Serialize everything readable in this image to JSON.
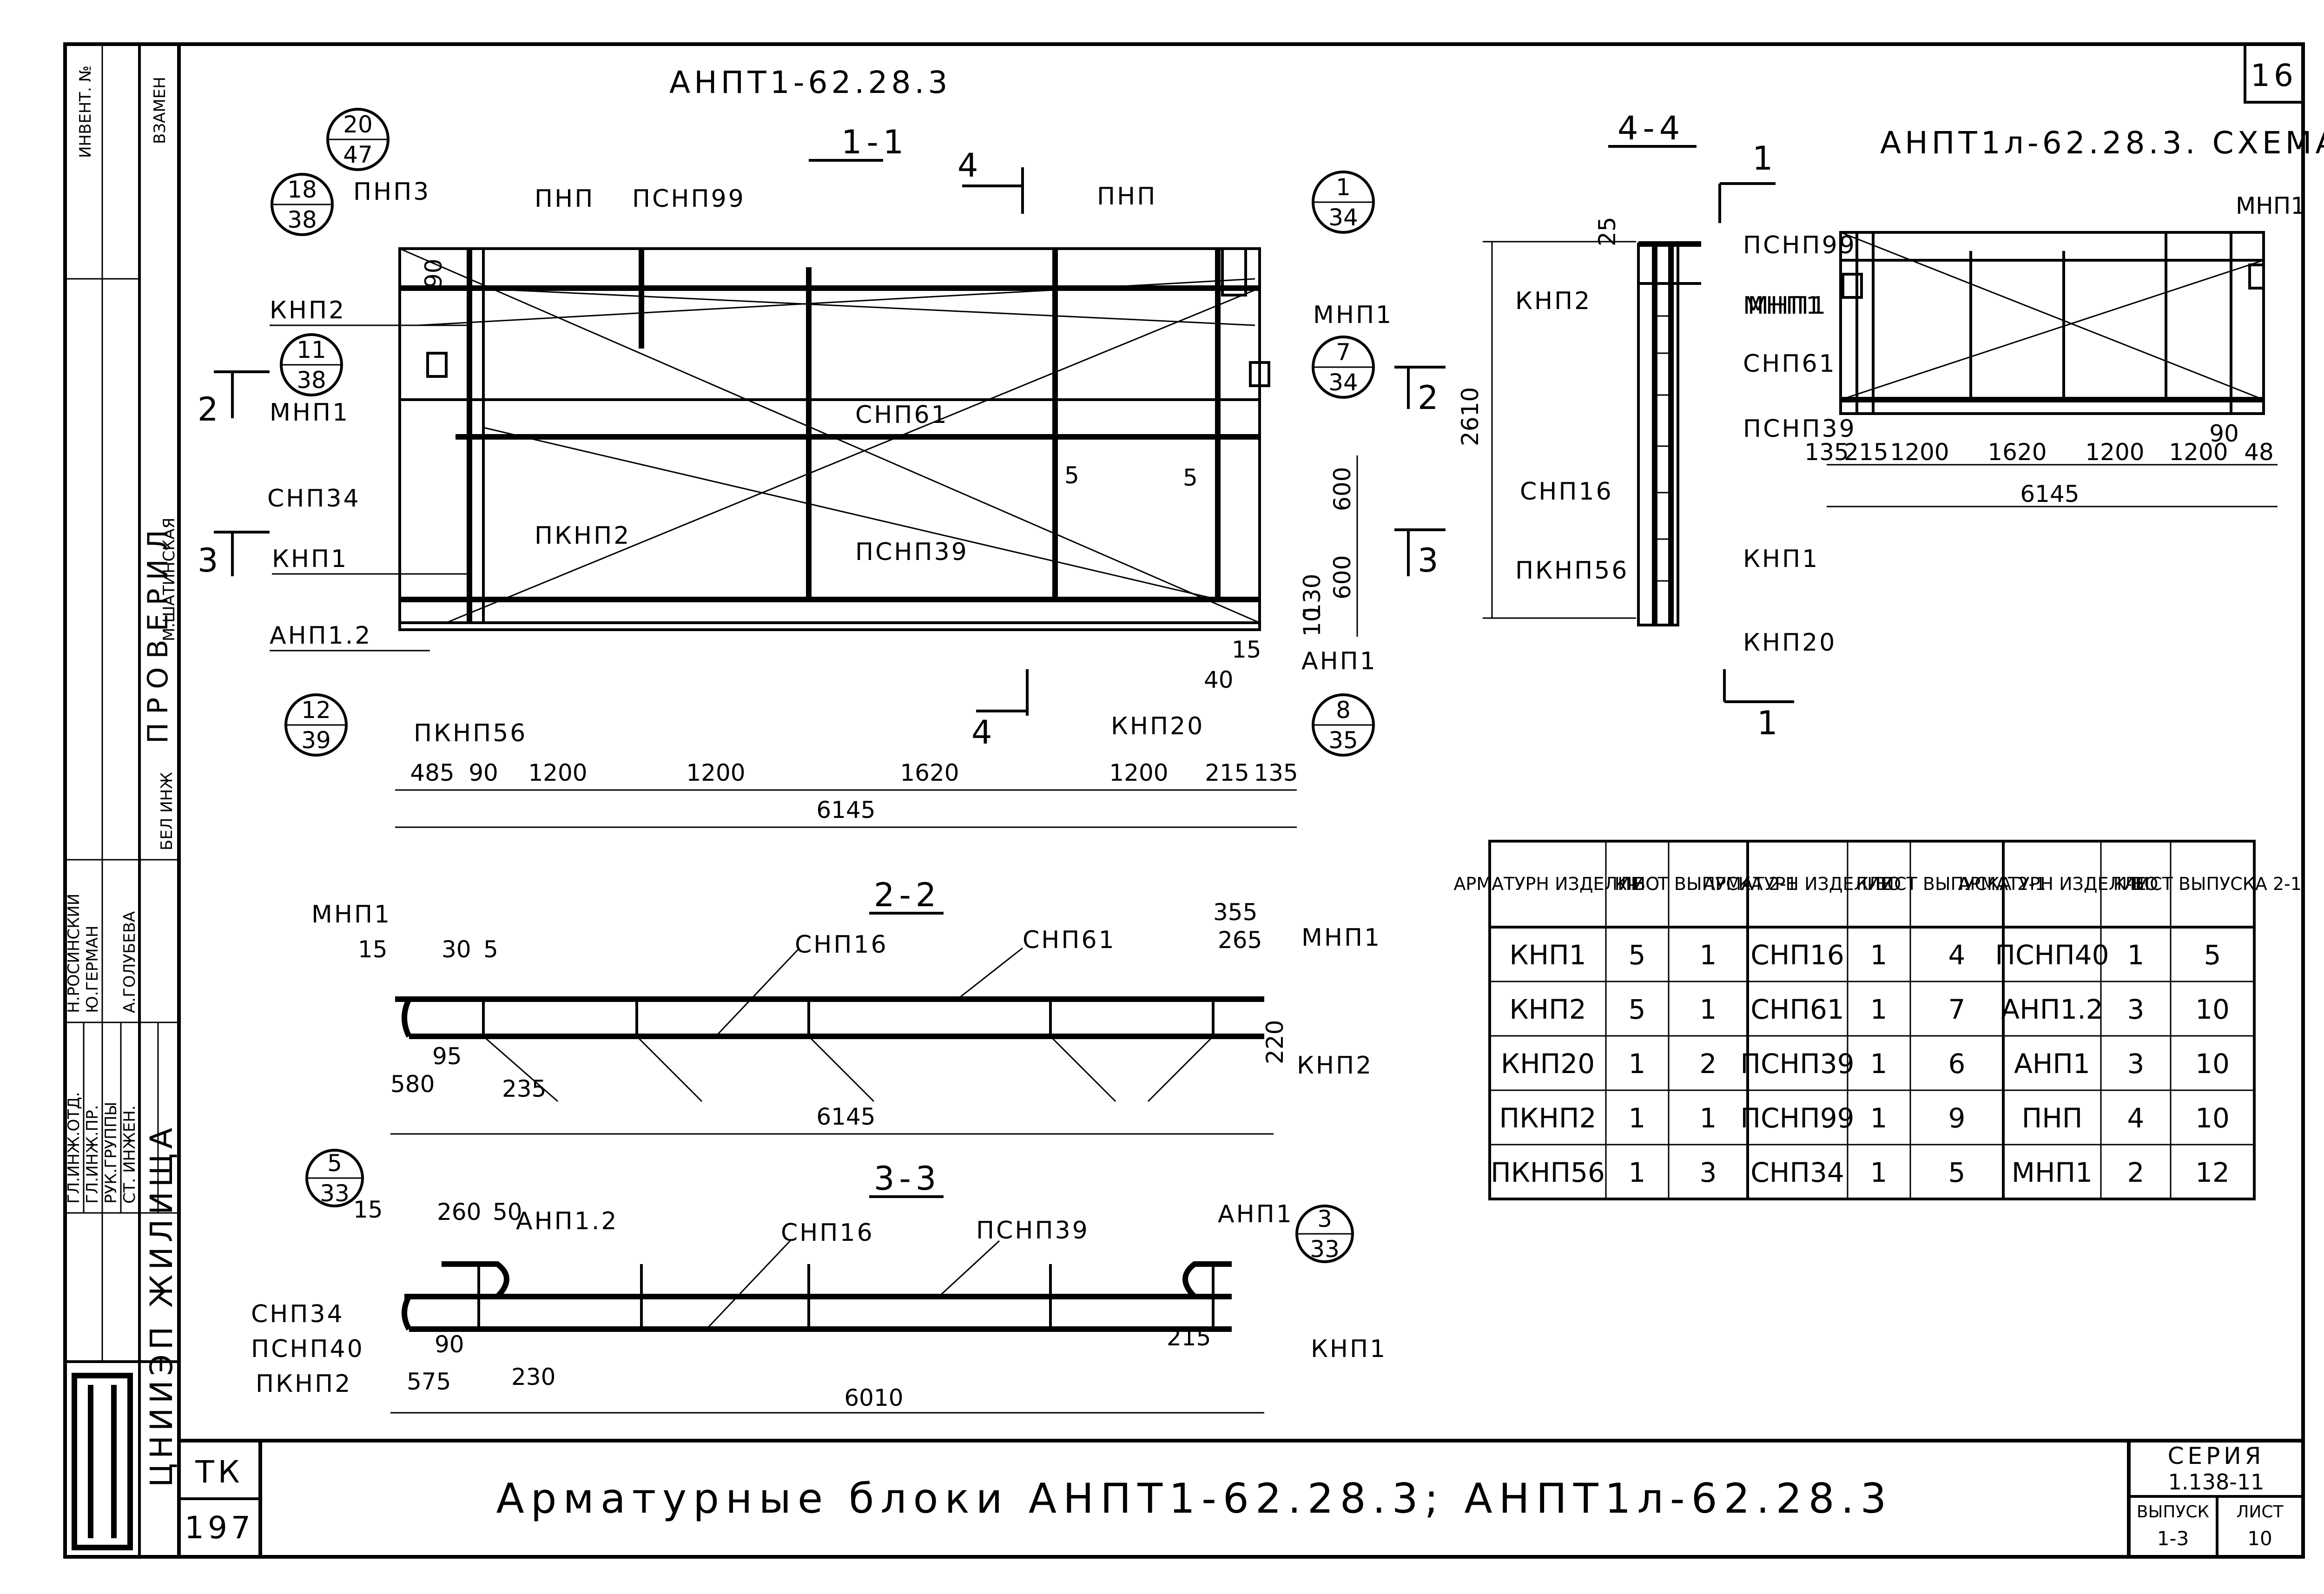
{
  "sheet_number": "16",
  "main_title": "Арматурные блоки АНПТ1-62.28.3; АНПТ1л-62.28.3",
  "series": {
    "label": "СЕРИЯ",
    "value": "1.138-11",
    "issue_label": "ВЫПУСК",
    "issue_value": "1-3",
    "sheet_label": "ЛИСТ",
    "sheet_value": "10"
  },
  "tk": {
    "label": "ТК",
    "number": "197"
  },
  "org_logo": "ЦНИИЭП ЖИЛИЩА",
  "side_block": {
    "inv_no": "ИНВЕНТ. №",
    "replace": "ВЗАМЕН",
    "checked": "ПРОВЕРИЛ",
    "roles": [
      "ГЛ.ИНЖ.ОТД.",
      "ГЛ.ИНЖ.ПР.",
      "РУК.ГРУППЫ",
      "СТ. ИНЖЕН."
    ],
    "names": [
      "Н.РОСИНСКИЙ",
      "Ю.ГЕРМАН",
      "А.ГОЛУБЕВА",
      "БЕЛ ИНЖ"
    ],
    "checker": "М.ШАТИНСКАЯ"
  },
  "drawing_left": {
    "title": "АНПТ1-62.28.3",
    "section_1_1": "1-1",
    "section_2_2": "2-2",
    "section_3_3": "3-3",
    "cut_marks": {
      "a": "4",
      "b": "2",
      "c": "3"
    },
    "labels": {
      "pnp3": "ПНП3",
      "pnp_a": "ПНП",
      "pschnp99": "ПСНП99",
      "pnp_b": "ПНП",
      "knp2": "КНП2",
      "mnp1_a": "МНП1",
      "mnp1_b": "МНП1",
      "snp61": "СНП61",
      "snp34": "СНП34",
      "pknp2": "ПКНП2",
      "knp1": "КНП1",
      "pschnp39": "ПСНП39",
      "anp12": "АНП1.2",
      "pknp56": "ПКНП56",
      "knp20": "КНП20",
      "anp1": "АНП1"
    },
    "bubbles": [
      {
        "top": "20",
        "bottom": "47"
      },
      {
        "top": "18",
        "bottom": "38"
      },
      {
        "top": "1",
        "bottom": "34"
      },
      {
        "top": "11",
        "bottom": "38"
      },
      {
        "top": "7",
        "bottom": "34"
      },
      {
        "top": "12",
        "bottom": "39"
      },
      {
        "top": "8",
        "bottom": "35"
      }
    ],
    "dims_bottom": [
      "485",
      "90",
      "1200",
      "1200",
      "1620",
      "1200",
      "215",
      "135"
    ],
    "dims_total": "6145",
    "dims_right": [
      "600",
      "600",
      "130",
      "10",
      "15",
      "40",
      "5",
      "5",
      "90"
    ]
  },
  "section_2_2": {
    "labels": {
      "mnp1_l": "МНП1",
      "snp16": "СНП16",
      "snp61": "СНП61",
      "mnp1_r": "МНП1",
      "knp2": "КНП2"
    },
    "dims": [
      "15",
      "30",
      "5",
      "95",
      "580",
      "235",
      "355",
      "265",
      "220"
    ],
    "total": "6145"
  },
  "section_3_3": {
    "labels": {
      "anp12": "АНП1.2",
      "snp16": "СНП16",
      "pschnp39": "ПСНП39",
      "anp1": "АНП1",
      "snp34": "СНП34",
      "pschnp40": "ПСНП40",
      "pknp2": "ПКНП2",
      "knp1": "КНП1"
    },
    "bubbles": [
      {
        "top": "5",
        "bottom": "33"
      },
      {
        "top": "3",
        "bottom": "33"
      }
    ],
    "dims": [
      "15",
      "260",
      "50",
      "90",
      "575",
      "230",
      "215"
    ],
    "total": "6010"
  },
  "section_4_4": {
    "title": "4-4",
    "cut": "1",
    "labels": {
      "pschnp99": "ПСНП99",
      "knp2": "КНП2",
      "mnp1": "МНП1",
      "snp61": "СНП61",
      "pschnp39": "ПСНП39",
      "snp16": "СНП16",
      "knp1": "КНП1",
      "pknp56": "ПКНП56",
      "knp20": "КНП20"
    },
    "dims": [
      "25",
      "2610"
    ]
  },
  "scheme": {
    "title": "АНПТ1л-62.28.3. СХЕМА",
    "mnp1": "МНП1",
    "mnp1_r": "МНП1",
    "dims": [
      "135",
      "215",
      "1200",
      "1620",
      "1200",
      "1200",
      "90",
      "48"
    ],
    "total": "6145"
  },
  "spec_table": {
    "headers": [
      "АРМАТУРН ИЗДЕЛИЕ",
      "К-ВО",
      "ЛИСТ ВЫПУСКА 2-1",
      "АРМАТУРН ИЗДЕЛИЕ",
      "К-ВО",
      "ЛИСТ ВЫПУСКА 2-1",
      "АРМАТУРН ИЗДЕЛИЕ",
      "К-ВО",
      "ЛИСТ ВЫПУСКА 2-1"
    ],
    "rows": [
      [
        "КНП1",
        "5",
        "1",
        "СНП16",
        "1",
        "4",
        "ПСНП40",
        "1",
        "5"
      ],
      [
        "КНП2",
        "5",
        "1",
        "СНП61",
        "1",
        "7",
        "АНП1.2",
        "3",
        "10"
      ],
      [
        "КНП20",
        "1",
        "2",
        "ПСНП39",
        "1",
        "6",
        "АНП1",
        "3",
        "10"
      ],
      [
        "ПКНП2",
        "1",
        "1",
        "ПСНП99",
        "1",
        "9",
        "ПНП",
        "4",
        "10"
      ],
      [
        "ПКНП56",
        "1",
        "3",
        "СНП34",
        "1",
        "5",
        "МНП1",
        "2",
        "12"
      ]
    ]
  }
}
